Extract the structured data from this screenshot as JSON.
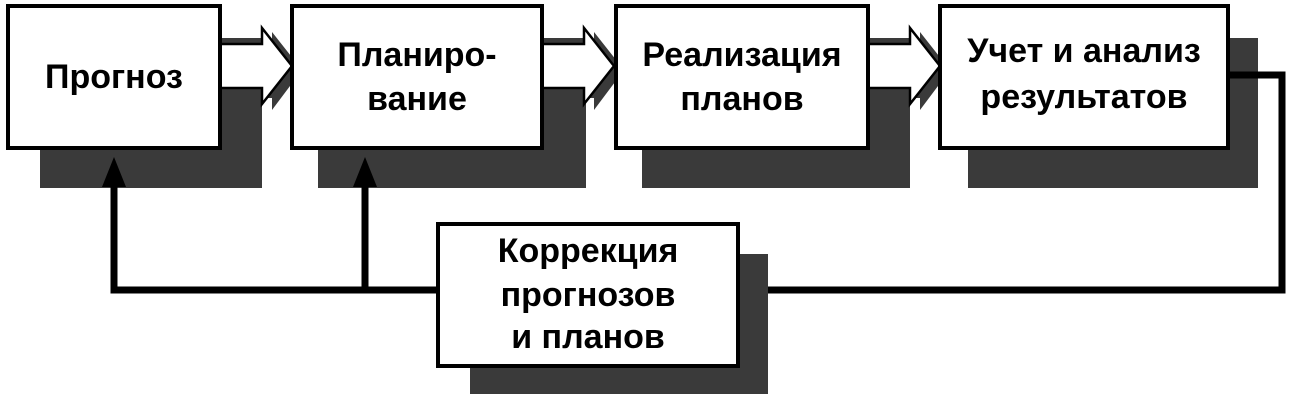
{
  "blocks": {
    "forecast": {
      "lines": [
        "Прогноз"
      ]
    },
    "planning": {
      "lines": [
        "Планиро-",
        "вание"
      ]
    },
    "implementation": {
      "lines": [
        "Реализация",
        "планов"
      ]
    },
    "accounting": {
      "lines": [
        "Учет и анализ",
        "результатов"
      ]
    },
    "correction": {
      "lines": [
        "Коррекция",
        "прогнозов",
        "и планов"
      ]
    }
  },
  "colors": {
    "box_fill": "#ffffff",
    "box_stroke": "#000000",
    "shadow": "#3a3a3a",
    "connector": "#000000"
  }
}
